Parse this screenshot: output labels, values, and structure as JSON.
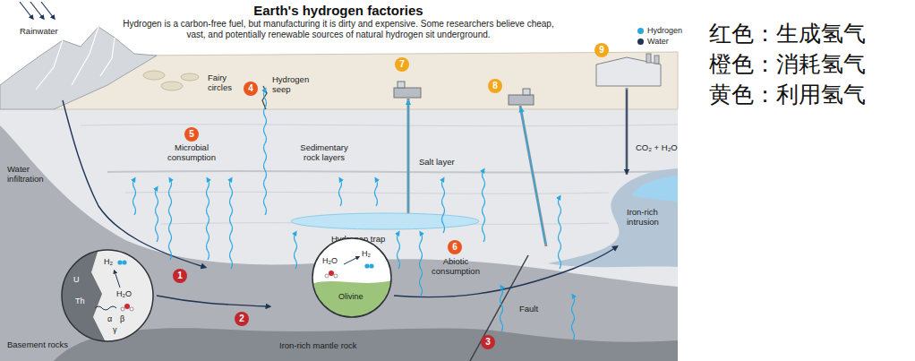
{
  "diagram": {
    "title": "Earth's hydrogen factories",
    "caption": "Hydrogen is a carbon-free fuel, but manufacturing it is dirty and expensive. Some researchers believe cheap, vast, and potentially renewable sources of natural hydrogen sit underground.",
    "nodes": [
      {
        "text": [
          "H₂",
          "H₂O",
          "U",
          "Th",
          "α",
          "β",
          "γ"
        ]
      },
      {
        "text": [
          "H₂O",
          "H₂",
          "Olivine"
        ]
      }
    ],
    "labels": [
      "Rainwater",
      "Fairy circles",
      "4",
      "Hydrogen seep",
      "7",
      "8",
      "9",
      "5",
      "Microbial consumption",
      "Sedimentary rock layers",
      "Salt layer",
      "CO₂ + H₂O",
      "Water infiltration",
      "Iron-rich intrusion",
      "Hydrogen trap",
      "1",
      "6",
      "Abiotic consumption",
      "Fault",
      "2",
      "3",
      "Basement rocks",
      "Iron-rich mantle rock",
      "红色：生成氢气",
      "橙色：消耗氢气",
      "黄色：利用氢气"
    ],
    "legend": [
      {
        "text": "Hydrogen",
        "color": "#29a8e0"
      },
      {
        "text": "Water",
        "color": "#1f3556"
      }
    ]
  }
}
